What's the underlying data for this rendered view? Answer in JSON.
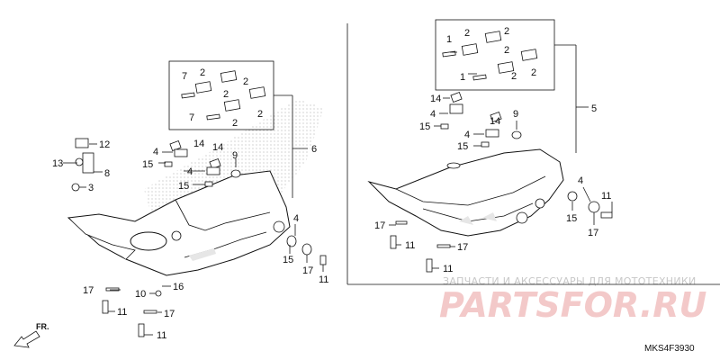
{
  "diagram_code": "MKS4F3930",
  "direction_label": "FR.",
  "watermark": {
    "caption": "ЗАПЧАСТИ И АКСЕССУАРЫ ДЛЯ МОТОТЕХНИКИ",
    "brand": "PARTSFOR.RU"
  },
  "callouts": {
    "left": {
      "c7a": "7",
      "c2a": "2",
      "c2b": "2",
      "c2c": "2",
      "c7b": "7",
      "c2d": "2",
      "c2e": "2",
      "c6": "6",
      "c14a": "14",
      "c4a": "4",
      "c15a": "15",
      "c14b": "14",
      "c4b": "4",
      "c15b": "15",
      "c9": "9",
      "c12": "12",
      "c13": "13",
      "c8": "8",
      "c3": "3",
      "c4c": "4",
      "c15c": "15",
      "c17a": "17",
      "c11a": "11",
      "c17b": "17",
      "c10": "10",
      "c16": "16",
      "c11b": "11",
      "c17c": "17",
      "c11c": "11"
    },
    "right": {
      "c1a": "1",
      "c2a": "2",
      "c2b": "2",
      "c2c": "2",
      "c2d": "2",
      "c1b": "1",
      "c2e": "2",
      "c5": "5",
      "c14a": "14",
      "c4a": "4",
      "c14b": "14",
      "c4b": "4",
      "c9": "9",
      "c15a": "15",
      "c15b": "15",
      "c4c": "4",
      "c11a": "11",
      "c15c": "15",
      "c17a": "17",
      "c17b": "17",
      "c11b": "11",
      "c17c": "17",
      "c11c": "11"
    }
  }
}
